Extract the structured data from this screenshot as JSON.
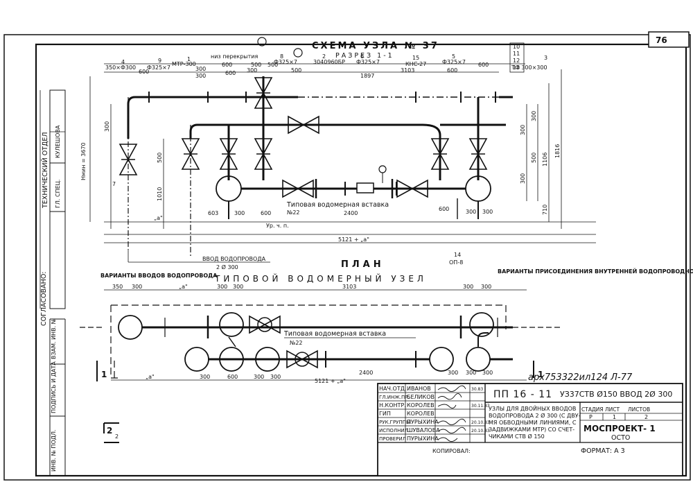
{
  "sheet_number": "76",
  "top": {
    "title": "СХЕМА УЗЛА  № 37",
    "section": "РАЗРЕЗ 1-1",
    "floor_note": "низ перекрытия",
    "callouts": [
      "4",
      "9",
      "1",
      "8",
      "2",
      "6",
      "15",
      "5",
      "10",
      "11",
      "12",
      "13",
      "3",
      "7",
      "14"
    ],
    "pipe_labels": [
      "350×Ф300",
      "Ф325×7",
      "МТР-300",
      "Ф325×7",
      "3040960БР",
      "Ф325×7",
      "КНС-27",
      "Ф325×7",
      "ТФ 300×300"
    ],
    "dims_top_row": [
      "300",
      "600",
      "500",
      "500",
      "300",
      "600",
      "300",
      "600",
      "500",
      "1897",
      "3103",
      "600",
      "600"
    ],
    "dims_bottom_row": [
      "603",
      "300",
      "600",
      "2400",
      "600",
      "300",
      "300"
    ],
    "dim_a": "„а\"",
    "dim_total": "5121 + „а\"",
    "level_mark": "Ур. ч. п.",
    "min_height": "Нмин = 3670",
    "left_verticals": [
      "300",
      "500",
      "1010"
    ],
    "right_verticals": [
      "300",
      "300",
      "500",
      "300",
      "1106",
      "1816",
      "710"
    ],
    "insert_label": "Типовая водомерная вставка",
    "insert_number": "№22",
    "support_label": "ОП-8",
    "inlet_label": "ВВОД ВОДОПРОВОДА",
    "inlet_dn": "2 Ø 300",
    "plan_title": "ПЛАН"
  },
  "plan": {
    "variants_inlet": "ВАРИАНТЫ ВВОДОВ ВОДОПРОВОДА",
    "node_title": "ТИПОВОЙ  ВОДОМЕРНЫЙ  УЗЕЛ",
    "variants_conn": "ВАРИАНТЫ ПРИСОЕДИНЕНИЯ ВНУТРЕННЕЙ ВОДОПРОВОДНОЙ СЕТИ",
    "dims_top": [
      "350",
      "300",
      "„а\"",
      "300",
      "300",
      "3103",
      "300",
      "300"
    ],
    "dims_bottom": [
      "„а\"",
      "300",
      "600",
      "300",
      "300",
      "5121 + „а\"",
      "2400",
      "300",
      "300",
      "300"
    ],
    "insert_label": "Типовая водомерная вставка",
    "insert_number": "№22",
    "cut_marks": [
      "1",
      "1",
      "2",
      "2"
    ]
  },
  "left_strip": {
    "agreed": "СОГЛАСОВАНО:",
    "tech_dept": "ТЕХНИЧЕСКИЙ ОТДЕЛ",
    "chief_spec": "ГЛ. СПЕЦ.",
    "chief_name": "КУЛЕШОВА",
    "replace": "ВЗАМ. ИНВ. №",
    "signature_date": "ПОДПИСЬ И ДАТА",
    "inv_no": "ИНВ. № ПОДЛ."
  },
  "stamp_handwritten": "арх753322ил124 Л-77",
  "title_block": {
    "roles": [
      {
        "role": "НАЧ.ОТД.",
        "name": "ИВАНОВ",
        "date": "30.83"
      },
      {
        "role": "ГЛ.ИНЖ.ПР.",
        "name": "БЕЛИКОВ",
        "date": ""
      },
      {
        "role": "Н.КОНТР.",
        "name": "КОРОЛЕВ",
        "date": "30.11.83"
      },
      {
        "role": "ГИП",
        "name": "КОРОЛЕВ",
        "date": ""
      },
      {
        "role": "РУК.ГРУППЫ",
        "name": "ПУРЫХИНА",
        "date": "20.10.83"
      },
      {
        "role": "ИСПОЛНИЛ",
        "name": "ШУВАЛОВА",
        "date": "20.10.83"
      },
      {
        "role": "ПРОВЕРИЛ",
        "name": "ПУРЫХИНА",
        "date": ""
      }
    ],
    "doc_code": "ПП 16 - 11",
    "node_code": "УЗ37СТВ Ø150 ВВОД 2Ø 300",
    "description_lines": [
      "УЗЛЫ ДЛЯ ДВОЙНЫХ ВВОДОВ",
      "ВОДОПРОВОДА 2 Ø 300 (С ДВУ-",
      "МЯ ОБВОДНЫМИ ЛИНИЯМИ, С",
      "ЗАДВИЖКАМИ МТР) СО СЧЕТ-",
      "ЧИКАМИ СТВ Ø 150"
    ],
    "stage_label": "СТАДИЯ",
    "sheet_label": "ЛИСТ",
    "sheets_label": "ЛИСТОВ",
    "stage": "Р",
    "sheet": "1",
    "sheets": "2",
    "org": "МОСПРОЕКТ- 1",
    "org_sub": "ОСТО",
    "copied": "КОПИРОВАЛ:",
    "format": "ФОРМАТ: А 3"
  }
}
